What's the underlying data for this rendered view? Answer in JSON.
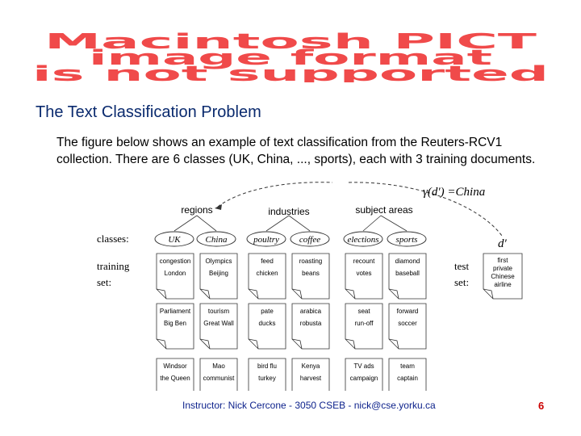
{
  "banner": {
    "lines": [
      "Macintosh PICT",
      "image format",
      "is not supported"
    ],
    "color": "#f04a4a"
  },
  "slide": {
    "title": "The Text Classification Problem",
    "body": "The figure below shows an example of text classification from the Reuters-RCV1 collection. There are 6 classes (UK, China, ..., sports), each with 3 training documents."
  },
  "figure": {
    "formula": "γ(d′) =China",
    "row_labels": {
      "classes": "classes:",
      "training_1": "training",
      "training_2": "set:",
      "test_1": "test",
      "test_2": "set:"
    },
    "groups": [
      "regions",
      "industries",
      "subject areas"
    ],
    "classes": [
      "UK",
      "China",
      "poultry",
      "coffee",
      "elections",
      "sports"
    ],
    "training_docs": [
      [
        [
          "congestion",
          "London"
        ],
        [
          "Parliament",
          "Big Ben"
        ],
        [
          "Windsor",
          "the Queen"
        ]
      ],
      [
        [
          "Olympics",
          "Beijing"
        ],
        [
          "tourism",
          "Great Wall"
        ],
        [
          "Mao",
          "communist"
        ]
      ],
      [
        [
          "feed",
          "chicken"
        ],
        [
          "pate",
          "ducks"
        ],
        [
          "bird flu",
          "turkey"
        ]
      ],
      [
        [
          "roasting",
          "beans"
        ],
        [
          "arabica",
          "robusta"
        ],
        [
          "Kenya",
          "harvest"
        ]
      ],
      [
        [
          "recount",
          "votes"
        ],
        [
          "seat",
          "run-off"
        ],
        [
          "TV ads",
          "campaign"
        ]
      ],
      [
        [
          "diamond",
          "baseball"
        ],
        [
          "forward",
          "soccer"
        ],
        [
          "team",
          "captain"
        ]
      ]
    ],
    "test_doc_label": "d′",
    "test_doc": [
      "first",
      "private",
      "Chinese",
      "airline"
    ]
  },
  "footer": {
    "text": "Instructor: Nick Cercone - 3050 CSEB - nick@cse.yorku.ca",
    "page": "6"
  }
}
